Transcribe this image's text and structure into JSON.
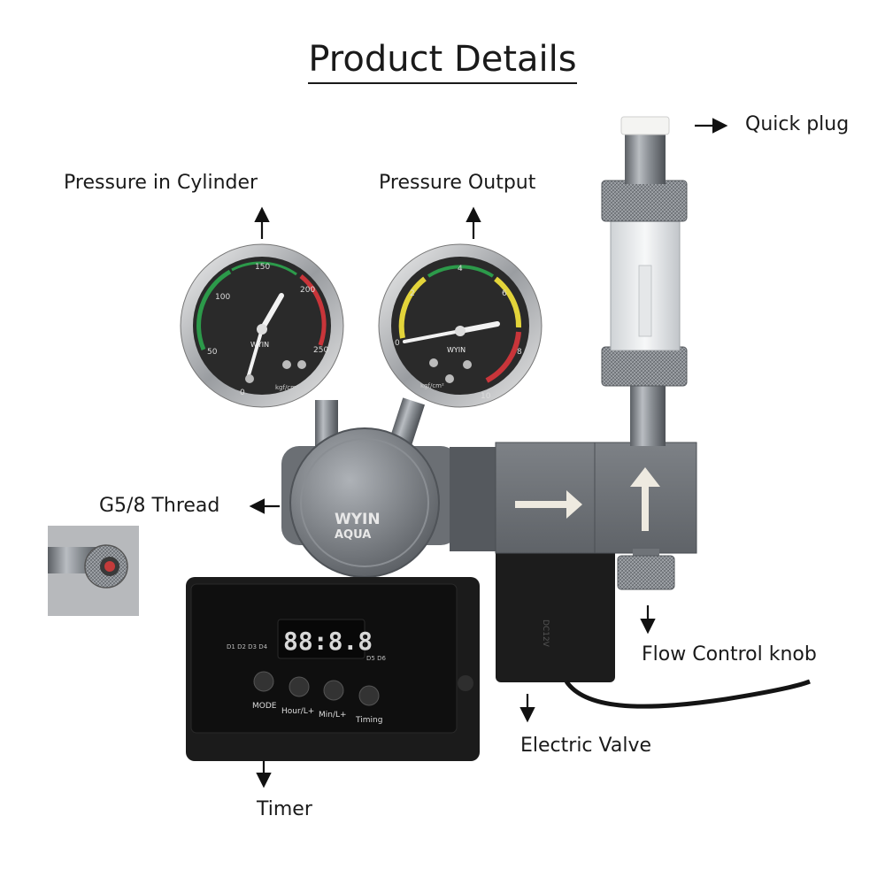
{
  "page": {
    "title": "Product Details"
  },
  "labels": {
    "pressure_cylinder": "Pressure in Cylinder",
    "pressure_output": "Pressure Output",
    "quick_plug": "Quick plug",
    "thread": "G5/8 Thread",
    "flow_control": "Flow Control knob",
    "electric_valve": "Electric Valve",
    "timer": "Timer"
  },
  "product": {
    "brand_top": "WYIN",
    "brand_bottom": "AQUA",
    "gauge_left": {
      "ticks": [
        "0",
        "50",
        "100",
        "150",
        "200",
        "250"
      ],
      "unit": "kgf/cm²"
    },
    "gauge_right": {
      "ticks": [
        "0",
        "2",
        "4",
        "6",
        "8",
        "10"
      ],
      "unit": "kgf/cm²"
    },
    "timer": {
      "display": "88:8.8",
      "indicators_left": "D1 D2 D3 D4",
      "indicators_right": "D5 D6",
      "buttons": [
        "MODE",
        "Hour/L+",
        "Min/L+",
        "Timing"
      ]
    },
    "valve_marking": "DC12V"
  },
  "colors": {
    "housing": "#6f7378",
    "text": "#1a1a1a",
    "gauge_face": "#2a2a2a"
  }
}
